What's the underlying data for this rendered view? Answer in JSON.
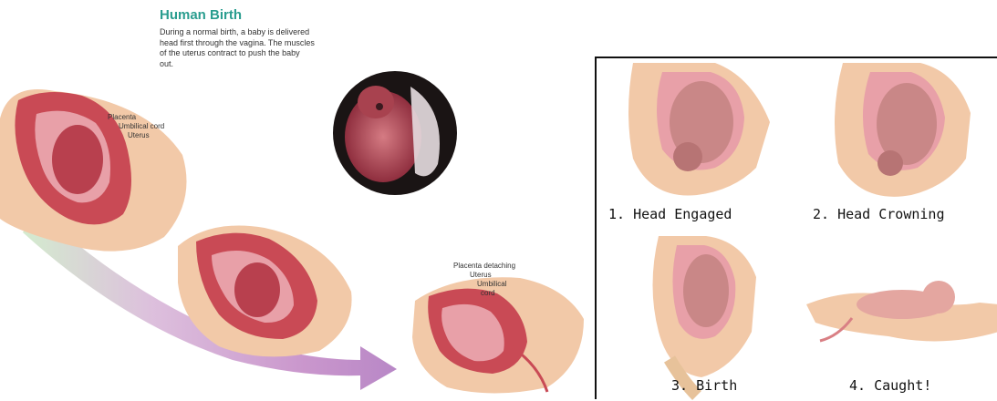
{
  "left_panel": {
    "title": "Human Birth",
    "intro": "During a normal birth, a baby is delivered head first through the vagina. The muscles of the uterus contract to push the baby out.",
    "callout_1": {
      "heading": "Placenta",
      "lines": [
        "Umbilical cord",
        "Uterus"
      ]
    },
    "callout_2": {
      "heading": "Placenta detaching",
      "lines": [
        "Uterus",
        "Umbilical",
        "cord"
      ]
    }
  },
  "right_panel": {
    "steps": [
      {
        "label": "1. Head Engaged"
      },
      {
        "label": "2. Head Crowning"
      },
      {
        "label": "3. Birth"
      },
      {
        "label": "4. Caught!"
      }
    ]
  },
  "colors": {
    "title": "#2a9d8f",
    "skin": "#f2c9a8",
    "tissue": "#c94a55",
    "uterus_inner": "#e8a0a8",
    "arrow": "#b07ac0"
  }
}
